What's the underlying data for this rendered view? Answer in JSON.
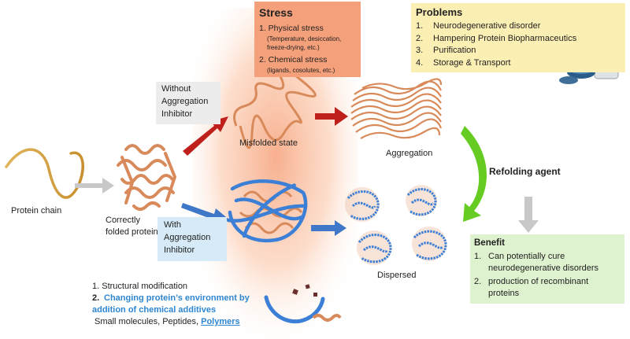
{
  "stress": {
    "title": "Stress",
    "item1_title": "1. Physical stress",
    "item1_detail_line1": "(Temperature, desiccation,",
    "item1_detail_line2": "freeze-drying, etc.)",
    "item2_title": "2. Chemical stress",
    "item2_detail": "(ligands, cosolutes, etc.)"
  },
  "problems": {
    "title": "Problems",
    "items": [
      {
        "num": "1.",
        "text": "Neurodegenerative disorder"
      },
      {
        "num": "2.",
        "text": "Hampering Protein Biopharmaceutics"
      },
      {
        "num": "3.",
        "text": "Purification"
      },
      {
        "num": "4.",
        "text": "Storage & Transport"
      }
    ]
  },
  "without_inhibitor": {
    "line1": "Without",
    "line2": "Aggregation",
    "line3": "Inhibitor"
  },
  "with_inhibitor": {
    "line1": "With",
    "line2": "Aggregation",
    "line3": "Inhibitor"
  },
  "labels": {
    "protein_chain": "Protein chain",
    "correctly_folded_line1": "Correctly",
    "correctly_folded_line2": "folded protein",
    "misfolded": "Misfolded state",
    "aggregation": "Aggregation",
    "dispersed": "Dispersed",
    "refolding_agent": "Refolding agent"
  },
  "benefit": {
    "title": "Benefit",
    "item1_num": "1.",
    "item1_line1": "Can potentially cure",
    "item1_line2": "neurodegenerative disorders",
    "item2_num": "2.",
    "item2_line1": "production of recombinant",
    "item2_line2": "proteins"
  },
  "strategies": {
    "item1": "1. Structural modification",
    "item2_num": "2.",
    "item2_line1": "Changing protein’s environment by",
    "item2_line2": "addition of chemical additives",
    "examples_prefix": "Small molecules, Peptides, ",
    "examples_highlight": "Polymers"
  },
  "colors": {
    "stress_box": "#f4a07a",
    "problems_box": "#fcefb4",
    "benefit_box": "#dff2cf",
    "red_arrow": "#c0201c",
    "blue_arrow": "#3f78c8",
    "green_arrow": "#66cc22",
    "gray_arrow": "#c8c8c8",
    "protein": "#d98a5a",
    "polymer": "#3b7fd6",
    "highlight_text": "#2e86d1"
  }
}
